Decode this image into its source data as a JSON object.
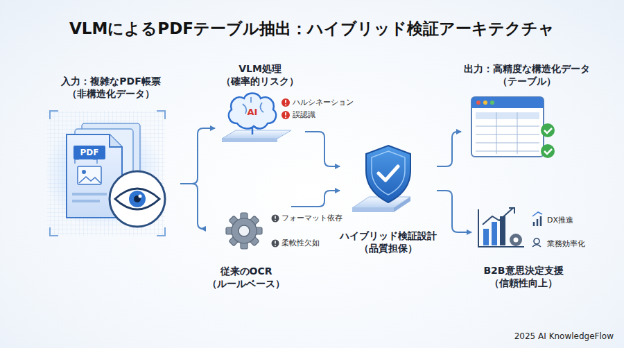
{
  "diagram": {
    "title": "VLMによるPDFテーブル抽出：ハイブリッド検証アーキテクチャ",
    "nodes": [
      {
        "text": [
          "入力：複雑なPDF帳票 （非構造化データ）"
        ]
      },
      {
        "text": [
          "VLM処理 （確率的リスク）"
        ]
      },
      {
        "text": [
          "従来のOCR （ルールベース）"
        ]
      },
      {
        "text": [
          "ハイブリッド検証設計 （品質担保）"
        ]
      },
      {
        "text": [
          "出力：高精度な構造化データ （テーブル）"
        ]
      },
      {
        "text": [
          "B2B意思決定支援 （信頼性向上）"
        ]
      }
    ],
    "edges": [
      {
        "from": 0,
        "to": 1,
        "arrow": "to"
      },
      {
        "from": 0,
        "to": 2,
        "arrow": "to"
      },
      {
        "from": 1,
        "to": 3,
        "arrow": "to"
      },
      {
        "from": 2,
        "to": 3,
        "arrow": "to"
      },
      {
        "from": 3,
        "to": 4,
        "arrow": "to"
      },
      {
        "from": 3,
        "to": 5,
        "arrow": "to"
      }
    ],
    "labels": [
      "PDF",
      "AI",
      "ハルシネーション",
      "誤認識",
      "フォーマット依存",
      "柔軟性欠如",
      "DX推進",
      "業務効率化",
      "2025 AI KnowledgeFlow"
    ]
  }
}
